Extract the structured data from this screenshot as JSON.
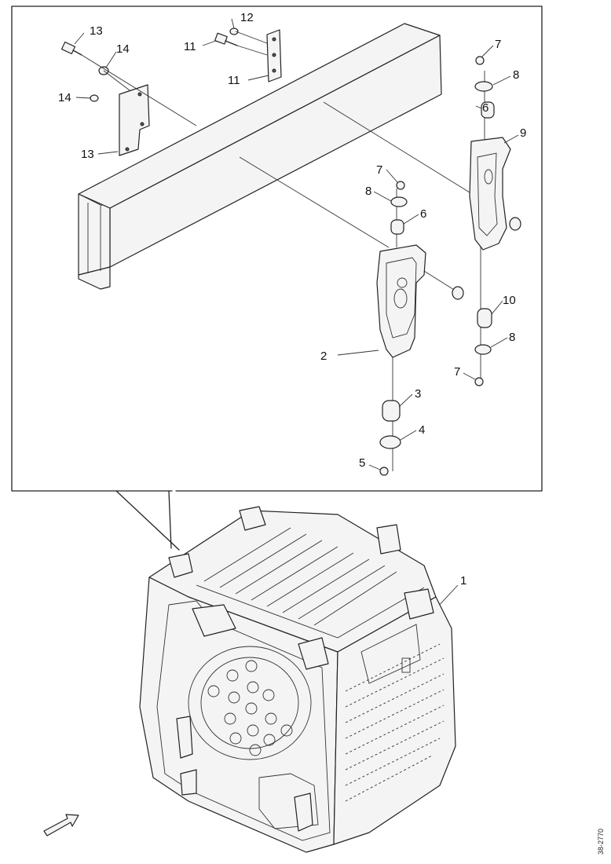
{
  "callouts": {
    "c1": "1",
    "c2": "2",
    "c3": "3",
    "c4": "4",
    "c5": "5",
    "c6a": "6",
    "c6b": "6",
    "c7a": "7",
    "c7b": "7",
    "c7c": "7",
    "c8a": "8",
    "c8b": "8",
    "c8c": "8",
    "c9": "9",
    "c10": "10",
    "c11a": "11",
    "c11b": "11",
    "c12": "12",
    "c13a": "13",
    "c13b": "13",
    "c14a": "14",
    "c14b": "14"
  },
  "drawing_code": "38-2770",
  "icons": {
    "direction": "arrow-icon"
  }
}
